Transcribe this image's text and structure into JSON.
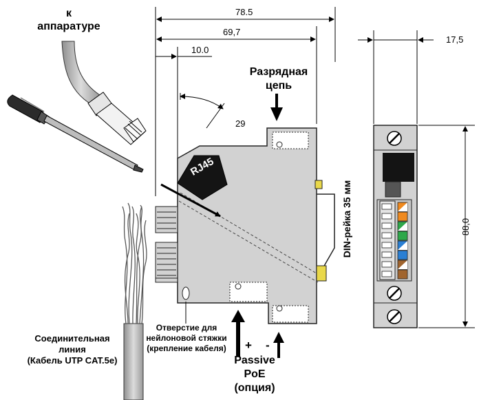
{
  "labels": {
    "to_device": [
      "к",
      "аппаратуре"
    ],
    "discharge": [
      "Разрядная",
      "цепь"
    ],
    "rj45": "RJ45",
    "din_rail": "DIN-рейка 35 мм",
    "hole": [
      "Отверстие для",
      "нейлоновой стяжки",
      "(крепление кабеля)"
    ],
    "line": [
      "Соединительная",
      "линия",
      "(Кабель UTP CAT.5e)"
    ],
    "poe": [
      "Passive",
      "PoE",
      "(опция)"
    ],
    "plus": "+",
    "minus": "-"
  },
  "dimensions": {
    "d_78_5": "78.5",
    "d_69_7": "69,7",
    "d_10_0": "10.0",
    "d_29": "29",
    "d_17_5": "17,5",
    "d_88_0": "88,0"
  },
  "colors": {
    "body": "#d2d2d2",
    "outline": "#222222",
    "rj45_block": "#141414",
    "terminal_orange": "#f08a1f",
    "terminal_green": "#2ea84a",
    "terminal_blue": "#2a7fd4",
    "terminal_brown": "#a0642e",
    "terminal_white": "#ffffff",
    "din_clip": "#e9d84a"
  }
}
